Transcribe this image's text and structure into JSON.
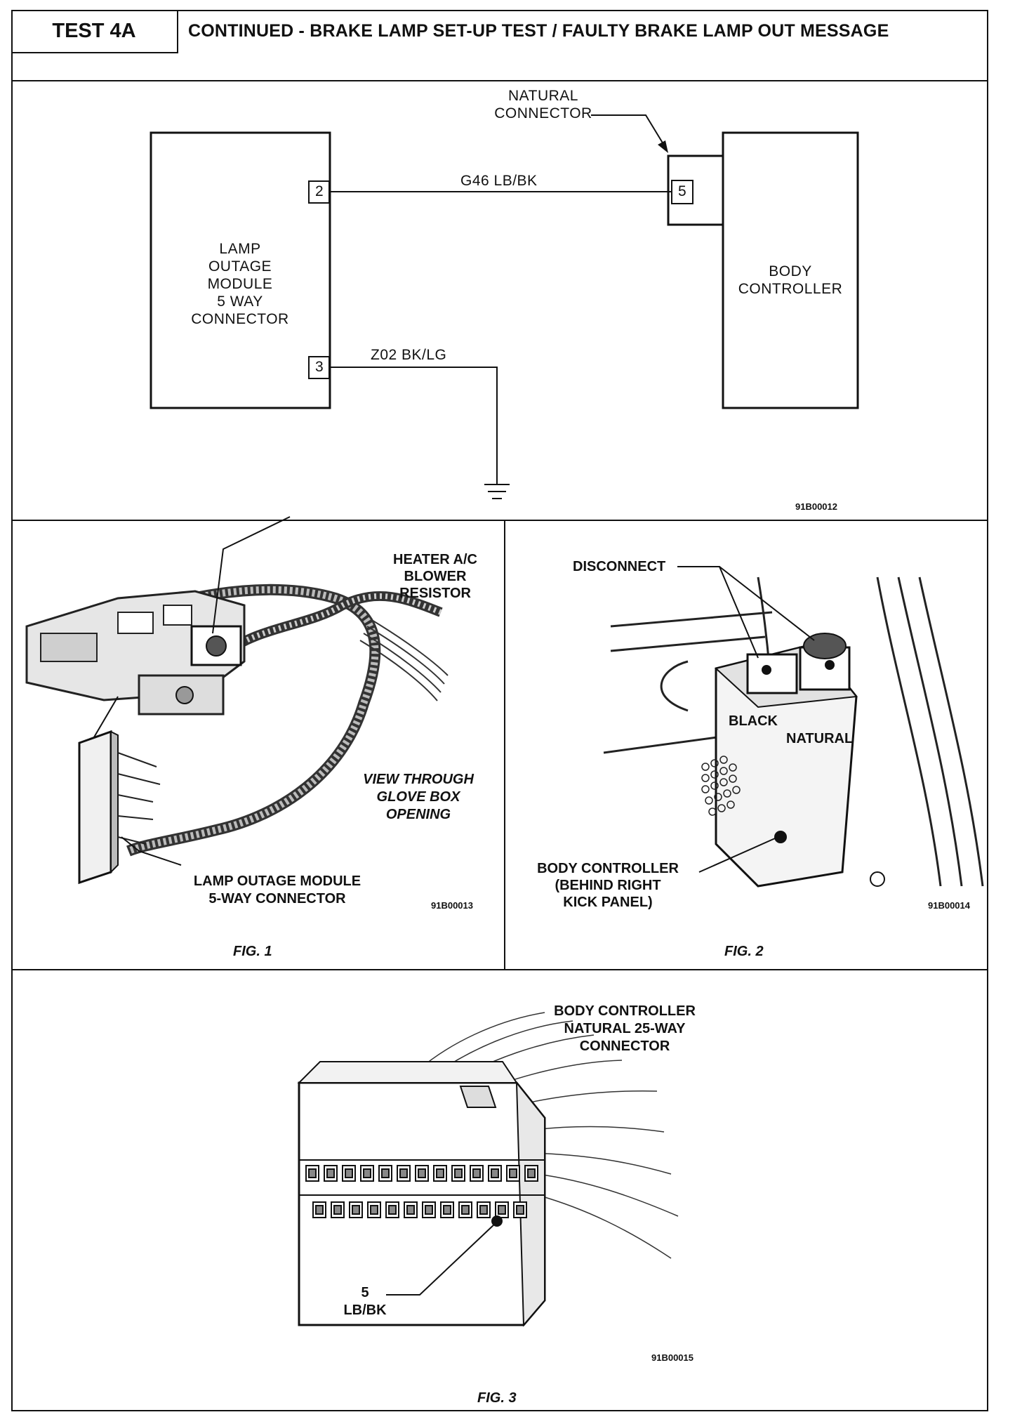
{
  "header": {
    "test_id": "TEST 4A",
    "title": "CONTINUED - BRAKE LAMP SET-UP TEST / FAULTY BRAKE LAMP OUT MESSAGE"
  },
  "schematic": {
    "left_module": [
      "LAMP",
      "OUTAGE",
      "MODULE",
      "5  WAY",
      "CONNECTOR"
    ],
    "right_module": [
      "BODY",
      "CONTROLLER"
    ],
    "natural_connector": [
      "NATURAL",
      "CONNECTOR"
    ],
    "pin_2": "2",
    "pin_3": "3",
    "pin_5": "5",
    "wire_top": "G46  LB/BK",
    "wire_bottom": "Z02  BK/LG",
    "figure_code": "91B00012"
  },
  "fig1": {
    "label_heater": [
      "HEATER A/C",
      "BLOWER",
      "RESISTOR"
    ],
    "label_view": [
      "VIEW THROUGH",
      "GLOVE BOX",
      "OPENING"
    ],
    "label_connector": [
      "LAMP OUTAGE MODULE",
      "5-WAY CONNECTOR"
    ],
    "figure_code": "91B00013",
    "caption": "FIG. 1"
  },
  "fig2": {
    "label_disconnect": "DISCONNECT",
    "label_black": "BLACK",
    "label_natural": "NATURAL",
    "label_body": [
      "BODY CONTROLLER",
      "(BEHIND RIGHT",
      "KICK PANEL)"
    ],
    "figure_code": "91B00014",
    "caption": "FIG. 2"
  },
  "fig3": {
    "label_connector": [
      "BODY CONTROLLER",
      "NATURAL 25-WAY",
      "CONNECTOR"
    ],
    "pin_number": "5",
    "pin_wire": "LB/BK",
    "figure_code": "91B00015",
    "caption": "FIG. 3"
  }
}
